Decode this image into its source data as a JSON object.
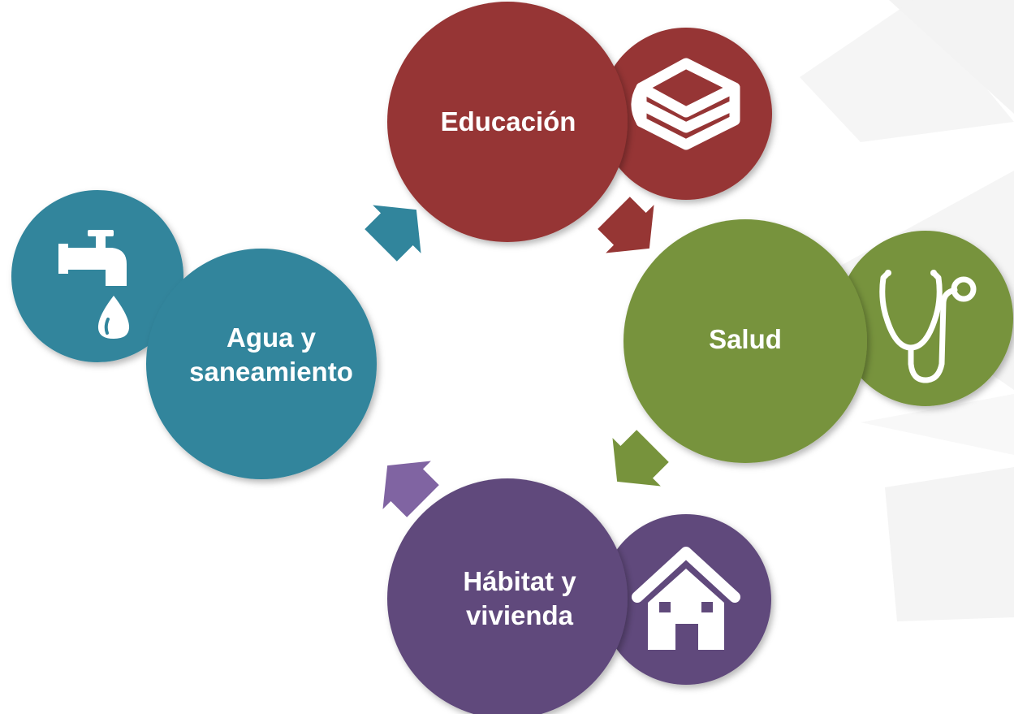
{
  "diagram": {
    "colors": {
      "educacion": "#963634",
      "salud": "#77933C",
      "habitat": "#604A7B",
      "agua": "#31859C",
      "agua_arrow": "#31859C",
      "habitat_arrow": "#8064A2",
      "background_shapes": "#F3F3F3"
    },
    "nodes": [
      {
        "id": "educacion",
        "label": "Educación",
        "icon": "books-icon"
      },
      {
        "id": "salud",
        "label": "Salud",
        "icon": "stethoscope-icon"
      },
      {
        "id": "habitat",
        "lines": [
          "Hábitat y",
          "vivienda"
        ],
        "icon": "house-icon"
      },
      {
        "id": "agua",
        "lines": [
          "Agua y",
          "saneamiento"
        ],
        "icon": "water-tap-icon"
      }
    ],
    "arrows": [
      {
        "from": "agua",
        "to": "educacion"
      },
      {
        "from": "educacion",
        "to": "salud"
      },
      {
        "from": "salud",
        "to": "habitat"
      },
      {
        "from": "habitat",
        "to": "agua"
      }
    ]
  }
}
